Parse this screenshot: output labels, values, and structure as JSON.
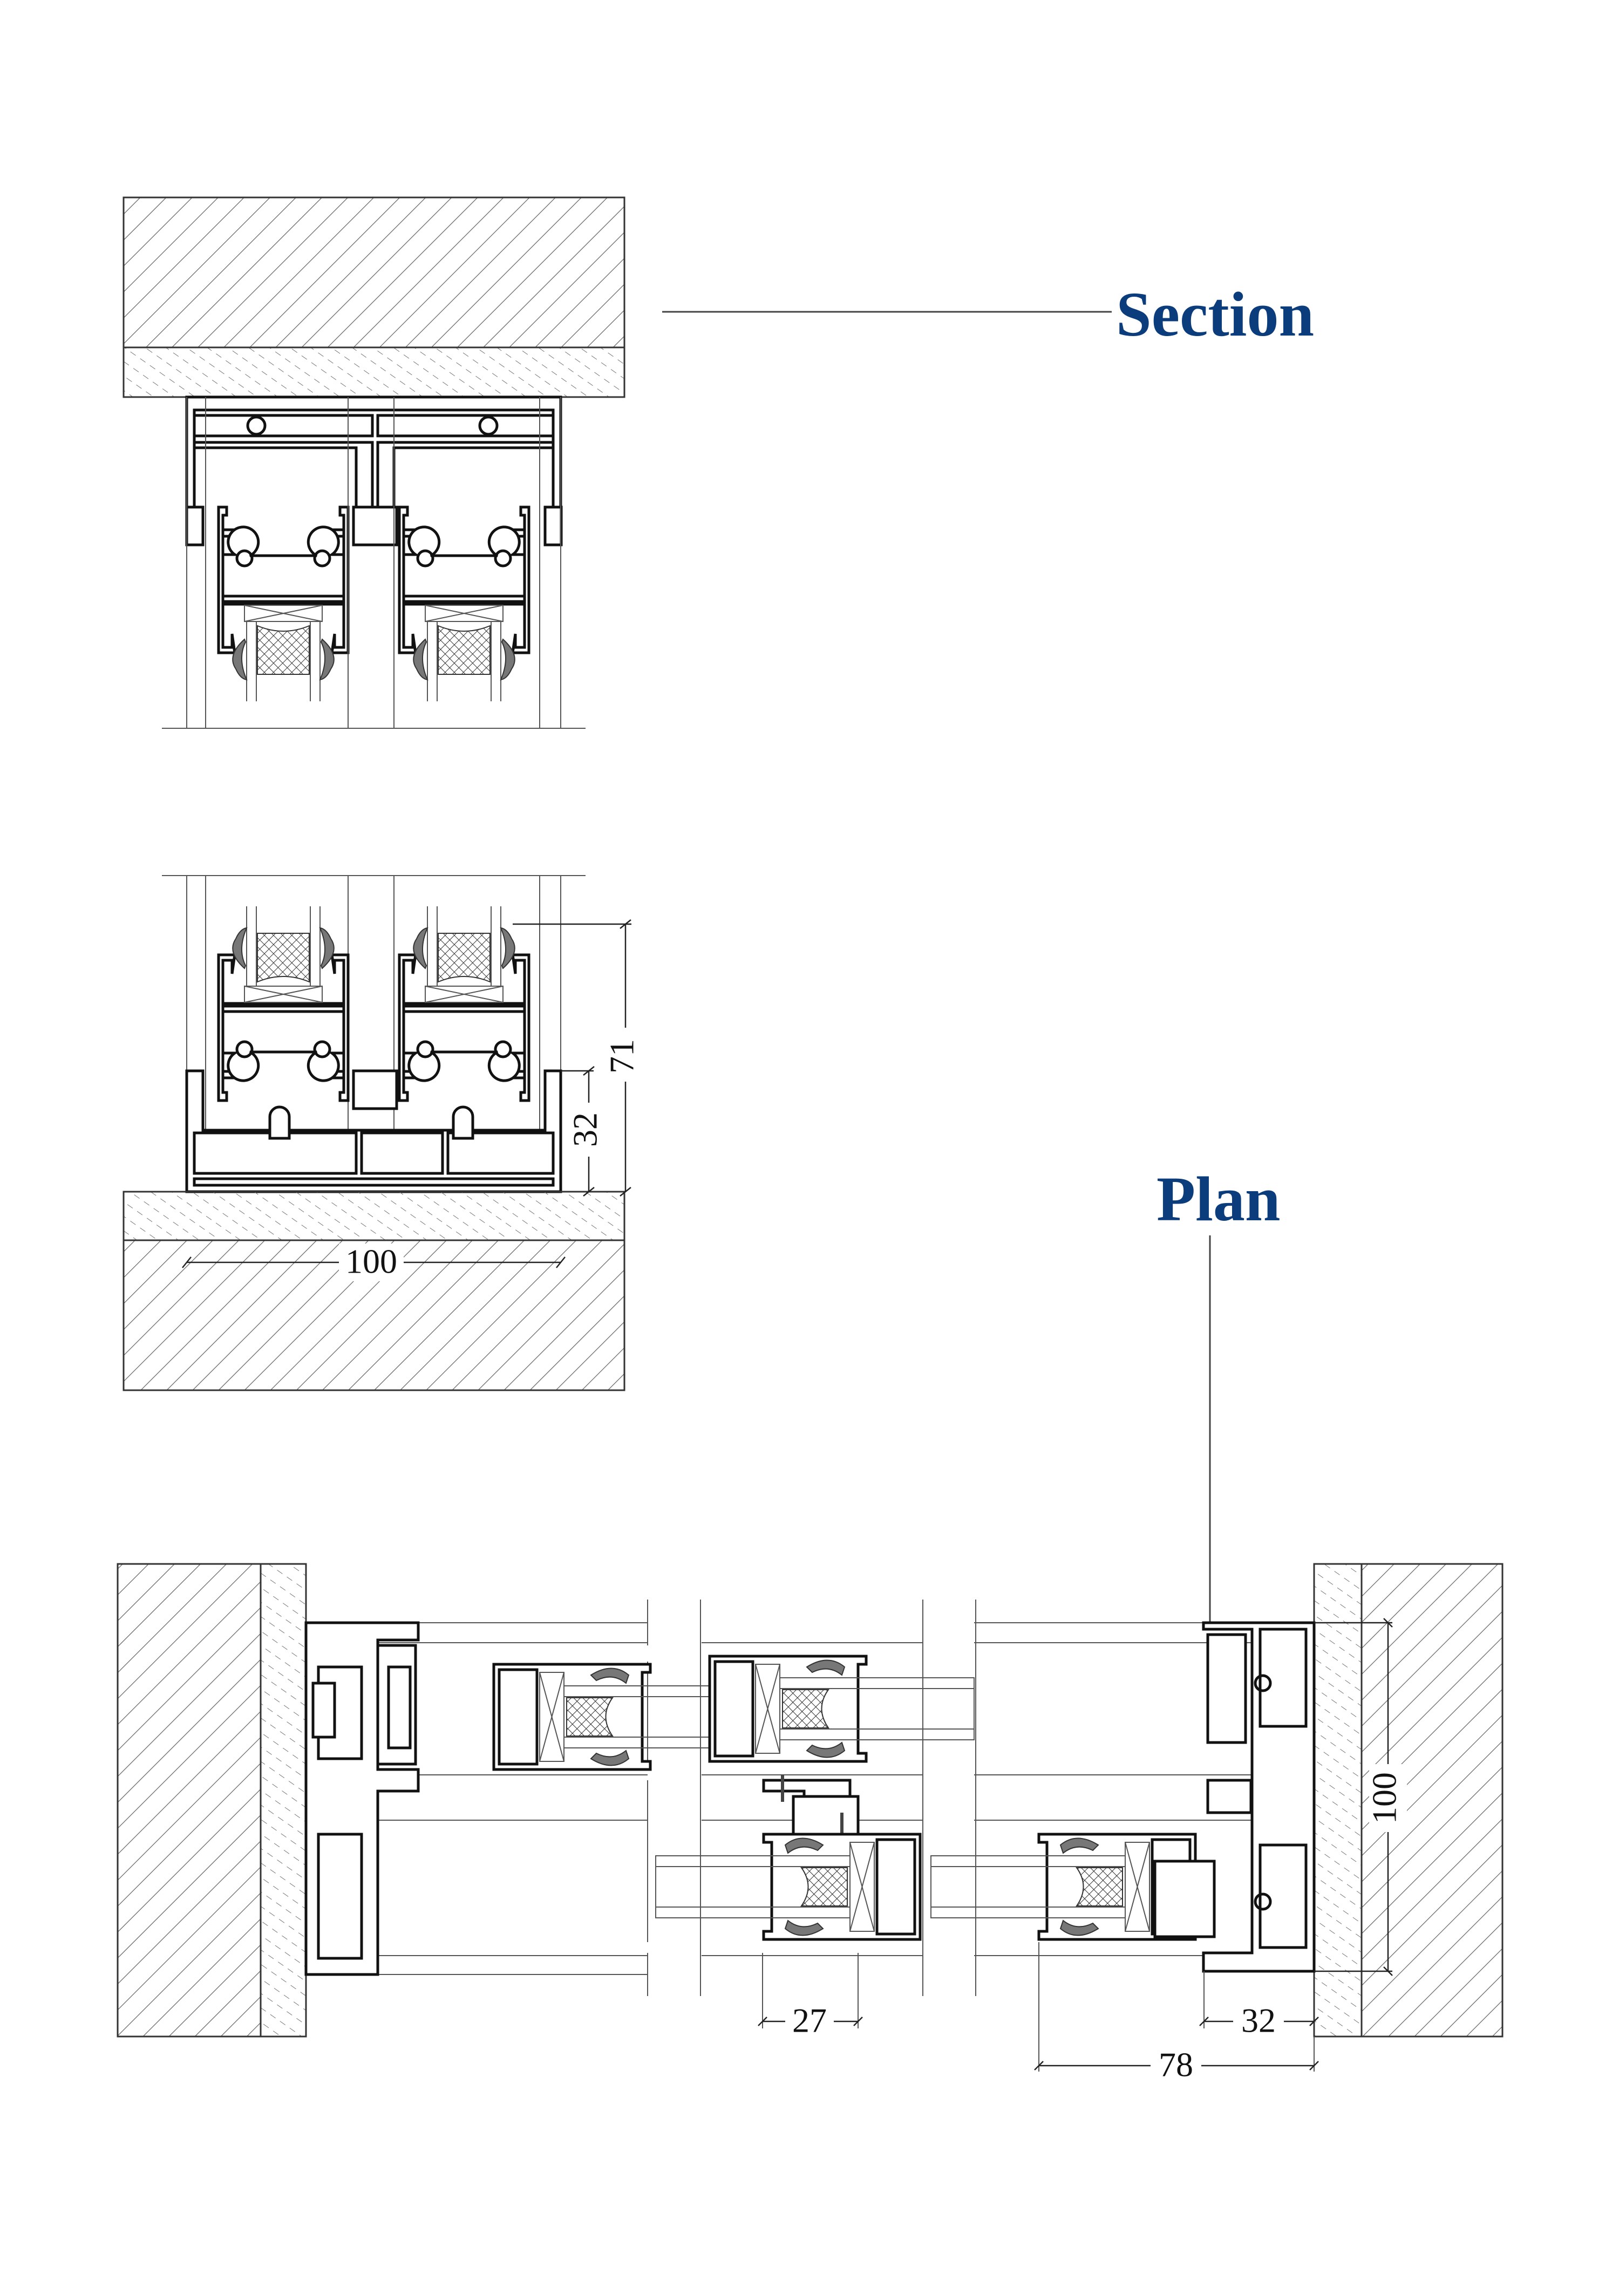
{
  "titles": {
    "section": "Section",
    "plan": "Plan"
  },
  "section_dimensions": {
    "width": "100",
    "height_total": "71",
    "height_frame": "32"
  },
  "plan_dimensions": {
    "interlock": "27",
    "frame_depth": "32",
    "overall": "78",
    "frame_width": "100"
  },
  "colors": {
    "title": "#0b3c7c",
    "line": "#111111",
    "gasket": "#777777"
  }
}
